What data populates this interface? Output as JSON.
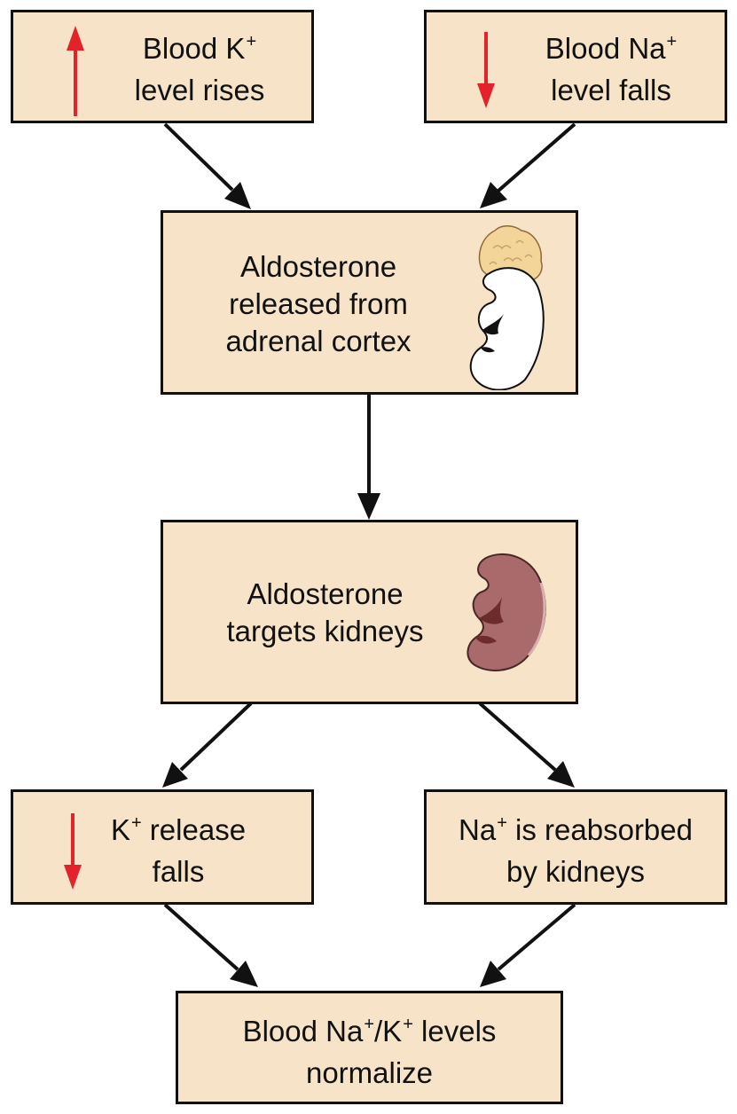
{
  "colors": {
    "box_fill": "#f6e3c8",
    "box_border": "#111111",
    "arrow": "#111111",
    "indicator": "#e3222a",
    "adrenal_gland": "#f3d59a",
    "kidney_white": "#ffffff",
    "kidney_target": "#a86a6a"
  },
  "nodes": {
    "k_rises": {
      "line1_pre": "Blood K",
      "line1_sup": "+",
      "line1_post": "",
      "line2": "level rises",
      "indicator": "up-arrow-icon"
    },
    "na_falls": {
      "line1_pre": "Blood Na",
      "line1_sup": "+",
      "line1_post": "",
      "line2": "level falls",
      "indicator": "down-arrow-icon"
    },
    "aldosterone_released": {
      "line1": "Aldosterone",
      "line2": "released from",
      "line3": "adrenal cortex",
      "icon": "adrenal-gland-on-kidney-icon"
    },
    "aldosterone_targets": {
      "line1": "Aldosterone",
      "line2": "targets kidneys",
      "icon": "kidney-icon"
    },
    "k_release_falls": {
      "line1_pre": "K",
      "line1_sup": "+",
      "line1_post": " release",
      "line2": "falls",
      "indicator": "down-arrow-icon"
    },
    "na_reabsorbed": {
      "line1_pre": "Na",
      "line1_sup": "+",
      "line1_post": " is reabsorbed",
      "line2": "by kidneys"
    },
    "normalize": {
      "line1_pre": "Blood Na",
      "line1_sup1": "+",
      "line1_mid": "/K",
      "line1_sup2": "+",
      "line1_post": " levels",
      "line2": "normalize"
    }
  },
  "edges": [
    {
      "from": "k_rises",
      "to": "aldosterone_released"
    },
    {
      "from": "na_falls",
      "to": "aldosterone_released"
    },
    {
      "from": "aldosterone_released",
      "to": "aldosterone_targets"
    },
    {
      "from": "aldosterone_targets",
      "to": "k_release_falls"
    },
    {
      "from": "aldosterone_targets",
      "to": "na_reabsorbed"
    },
    {
      "from": "k_release_falls",
      "to": "normalize"
    },
    {
      "from": "na_reabsorbed",
      "to": "normalize"
    }
  ]
}
